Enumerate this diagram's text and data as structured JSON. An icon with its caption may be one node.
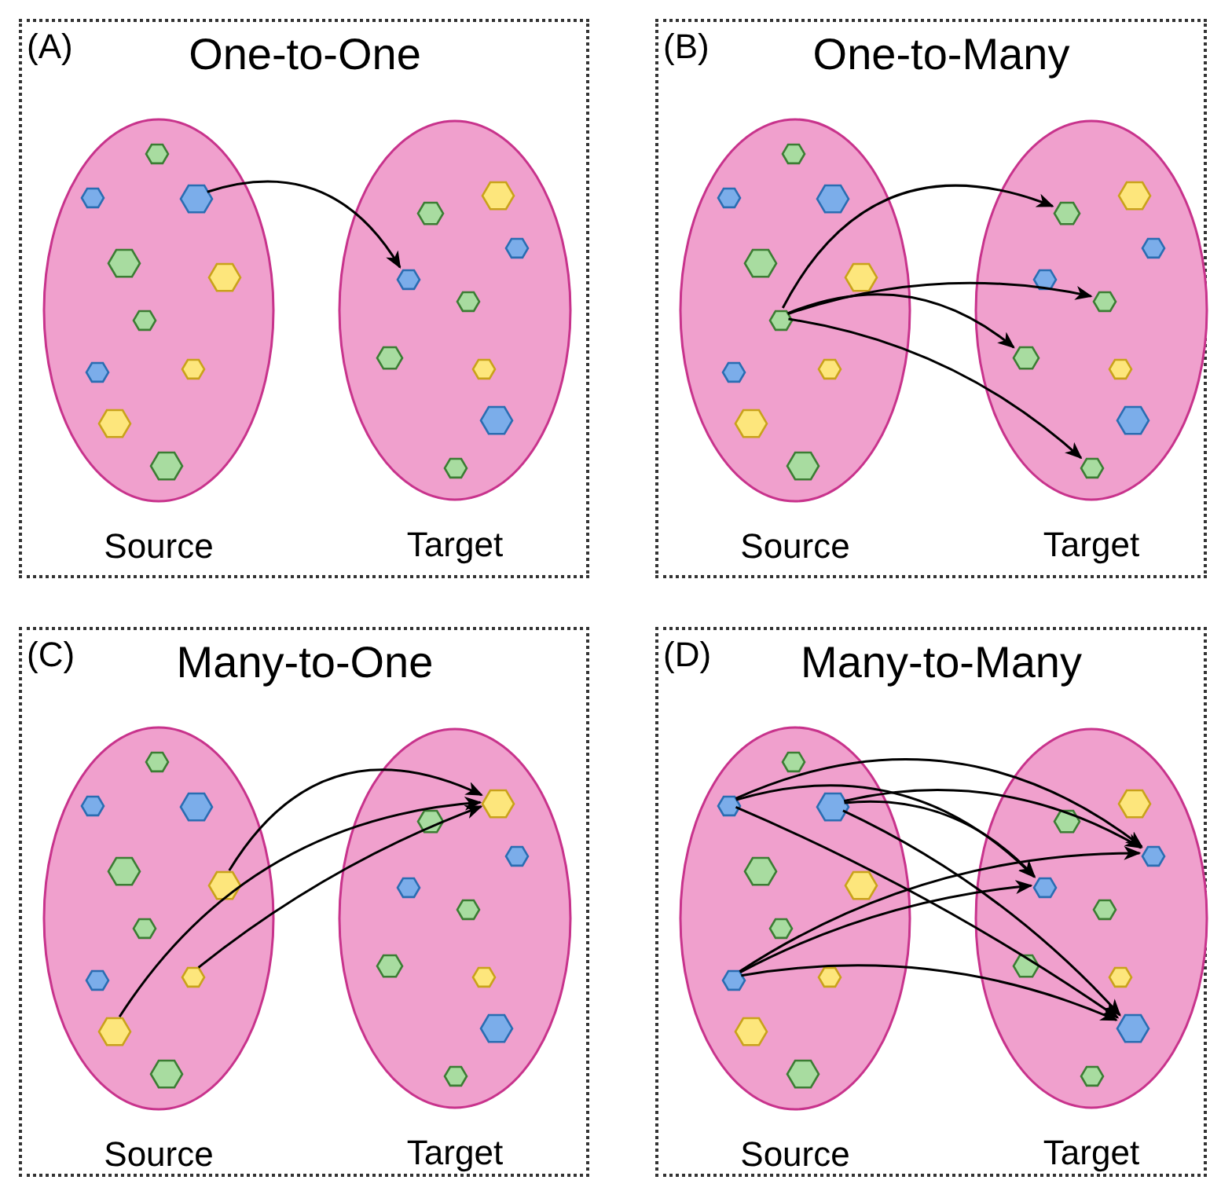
{
  "diagram": {
    "nodes": [
      {
        "text": [
          "(A)",
          "One-to-One"
        ]
      },
      {
        "text": [
          "Source"
        ],
        "in": 0
      },
      {
        "text": [],
        "shape": "hexagon",
        "in": 1
      },
      {
        "text": [],
        "shape": "hexagon",
        "in": 1
      },
      {
        "text": [],
        "shape": "hexagon",
        "in": 1
      },
      {
        "text": [],
        "shape": "hexagon",
        "in": 1
      },
      {
        "text": [],
        "shape": "hexagon",
        "in": 1
      },
      {
        "text": [],
        "shape": "hexagon",
        "in": 1
      },
      {
        "text": [],
        "shape": "hexagon",
        "in": 1
      },
      {
        "text": [],
        "shape": "hexagon",
        "in": 1
      },
      {
        "text": [],
        "shape": "hexagon",
        "in": 1
      },
      {
        "text": [],
        "shape": "hexagon",
        "in": 1
      },
      {
        "text": [
          "Target"
        ],
        "in": 0
      },
      {
        "text": [],
        "shape": "hexagon",
        "in": 12
      },
      {
        "text": [],
        "shape": "hexagon",
        "in": 12
      },
      {
        "text": [],
        "shape": "hexagon",
        "in": 12
      },
      {
        "text": [],
        "shape": "hexagon",
        "in": 12
      },
      {
        "text": [],
        "shape": "hexagon",
        "in": 12
      },
      {
        "text": [],
        "shape": "hexagon",
        "in": 12
      },
      {
        "text": [],
        "shape": "hexagon",
        "in": 12
      },
      {
        "text": [],
        "shape": "hexagon",
        "in": 12
      },
      {
        "text": [],
        "shape": "hexagon",
        "in": 12
      },
      {
        "text": [
          "(B)",
          "One-to-Many"
        ]
      },
      {
        "text": [
          "Source"
        ],
        "in": 22
      },
      {
        "text": [],
        "shape": "hexagon",
        "in": 23
      },
      {
        "text": [],
        "shape": "hexagon",
        "in": 23
      },
      {
        "text": [],
        "shape": "hexagon",
        "in": 23
      },
      {
        "text": [],
        "shape": "hexagon",
        "in": 23
      },
      {
        "text": [],
        "shape": "hexagon",
        "in": 23
      },
      {
        "text": [],
        "shape": "hexagon",
        "in": 23
      },
      {
        "text": [],
        "shape": "hexagon",
        "in": 23
      },
      {
        "text": [],
        "shape": "hexagon",
        "in": 23
      },
      {
        "text": [],
        "shape": "hexagon",
        "in": 23
      },
      {
        "text": [],
        "shape": "hexagon",
        "in": 23
      },
      {
        "text": [
          "Target"
        ],
        "in": 22
      },
      {
        "text": [],
        "shape": "hexagon",
        "in": 34
      },
      {
        "text": [],
        "shape": "hexagon",
        "in": 34
      },
      {
        "text": [],
        "shape": "hexagon",
        "in": 34
      },
      {
        "text": [],
        "shape": "hexagon",
        "in": 34
      },
      {
        "text": [],
        "shape": "hexagon",
        "in": 34
      },
      {
        "text": [],
        "shape": "hexagon",
        "in": 34
      },
      {
        "text": [],
        "shape": "hexagon",
        "in": 34
      },
      {
        "text": [],
        "shape": "hexagon",
        "in": 34
      },
      {
        "text": [],
        "shape": "hexagon",
        "in": 34
      },
      {
        "text": [
          "(C)",
          "Many-to-One"
        ]
      },
      {
        "text": [
          "Source"
        ],
        "in": 44
      },
      {
        "text": [],
        "shape": "hexagon",
        "in": 45
      },
      {
        "text": [],
        "shape": "hexagon",
        "in": 45
      },
      {
        "text": [],
        "shape": "hexagon",
        "in": 45
      },
      {
        "text": [],
        "shape": "hexagon",
        "in": 45
      },
      {
        "text": [],
        "shape": "hexagon",
        "in": 45
      },
      {
        "text": [],
        "shape": "hexagon",
        "in": 45
      },
      {
        "text": [],
        "shape": "hexagon",
        "in": 45
      },
      {
        "text": [],
        "shape": "hexagon",
        "in": 45
      },
      {
        "text": [],
        "shape": "hexagon",
        "in": 45
      },
      {
        "text": [],
        "shape": "hexagon",
        "in": 45
      },
      {
        "text": [
          "Target"
        ],
        "in": 44
      },
      {
        "text": [],
        "shape": "hexagon",
        "in": 56
      },
      {
        "text": [],
        "shape": "hexagon",
        "in": 56
      },
      {
        "text": [],
        "shape": "hexagon",
        "in": 56
      },
      {
        "text": [],
        "shape": "hexagon",
        "in": 56
      },
      {
        "text": [],
        "shape": "hexagon",
        "in": 56
      },
      {
        "text": [],
        "shape": "hexagon",
        "in": 56
      },
      {
        "text": [],
        "shape": "hexagon",
        "in": 56
      },
      {
        "text": [],
        "shape": "hexagon",
        "in": 56
      },
      {
        "text": [],
        "shape": "hexagon",
        "in": 56
      },
      {
        "text": [
          "(D)",
          "Many-to-Many"
        ]
      },
      {
        "text": [
          "Source"
        ],
        "in": 66
      },
      {
        "text": [],
        "shape": "hexagon",
        "in": 67
      },
      {
        "text": [],
        "shape": "hexagon",
        "in": 67
      },
      {
        "text": [],
        "shape": "hexagon",
        "in": 67
      },
      {
        "text": [],
        "shape": "hexagon",
        "in": 67
      },
      {
        "text": [],
        "shape": "hexagon",
        "in": 67
      },
      {
        "text": [],
        "shape": "hexagon",
        "in": 67
      },
      {
        "text": [],
        "shape": "hexagon",
        "in": 67
      },
      {
        "text": [],
        "shape": "hexagon",
        "in": 67
      },
      {
        "text": [],
        "shape": "hexagon",
        "in": 67
      },
      {
        "text": [],
        "shape": "hexagon",
        "in": 67
      },
      {
        "text": [
          "Target"
        ],
        "in": 66
      },
      {
        "text": [],
        "shape": "hexagon",
        "in": 78
      },
      {
        "text": [],
        "shape": "hexagon",
        "in": 78
      },
      {
        "text": [],
        "shape": "hexagon",
        "in": 78
      },
      {
        "text": [],
        "shape": "hexagon",
        "in": 78
      },
      {
        "text": [],
        "shape": "hexagon",
        "in": 78
      },
      {
        "text": [],
        "shape": "hexagon",
        "in": 78
      },
      {
        "text": [],
        "shape": "hexagon",
        "in": 78
      },
      {
        "text": [],
        "shape": "hexagon",
        "in": 78
      },
      {
        "text": [],
        "shape": "hexagon",
        "in": 78
      }
    ],
    "edges": [
      {
        "from": 4,
        "to": 16,
        "arrow": "to"
      },
      {
        "from": 29,
        "to": 35,
        "arrow": "to"
      },
      {
        "from": 29,
        "to": 39,
        "arrow": "to"
      },
      {
        "from": 29,
        "to": 40,
        "arrow": "to"
      },
      {
        "from": 29,
        "to": 43,
        "arrow": "to"
      },
      {
        "from": 50,
        "to": 58,
        "arrow": "to"
      },
      {
        "from": 54,
        "to": 58,
        "arrow": "to"
      },
      {
        "from": 53,
        "to": 58,
        "arrow": "to"
      },
      {
        "from": 69,
        "to": 81,
        "arrow": "to"
      },
      {
        "from": 69,
        "to": 82,
        "arrow": "to"
      },
      {
        "from": 69,
        "to": 86,
        "arrow": "to"
      },
      {
        "from": 70,
        "to": 81,
        "arrow": "to"
      },
      {
        "from": 70,
        "to": 82,
        "arrow": "to"
      },
      {
        "from": 70,
        "to": 86,
        "arrow": "to"
      },
      {
        "from": 74,
        "to": 81,
        "arrow": "to"
      },
      {
        "from": 74,
        "to": 82,
        "arrow": "to"
      },
      {
        "from": 74,
        "to": 86,
        "arrow": "to"
      }
    ]
  }
}
